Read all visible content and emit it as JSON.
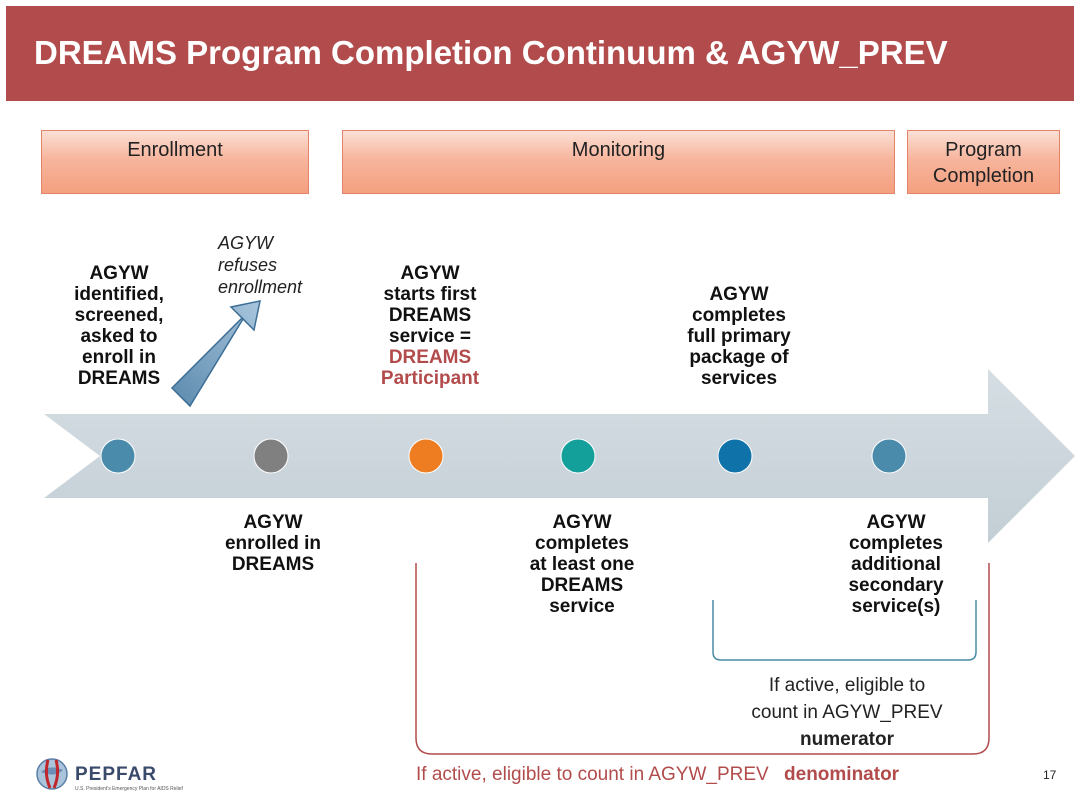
{
  "title": "DREAMS Program Completion Continuum & AGYW_PREV",
  "phases": {
    "enrollment": "Enrollment",
    "monitoring": "Monitoring",
    "completion_line1": "Program",
    "completion_line2": "Completion"
  },
  "refuses": [
    "AGYW",
    "refuses",
    "enrollment"
  ],
  "above": {
    "identified": [
      "AGYW",
      "identified,",
      "screened,",
      "asked to",
      "enroll in",
      "DREAMS"
    ],
    "starts": [
      "AGYW",
      "starts first",
      "DREAMS",
      "service ="
    ],
    "starts_red": [
      "DREAMS",
      "Participant"
    ],
    "full": [
      "AGYW",
      "completes",
      "full primary",
      "package of",
      "services"
    ]
  },
  "below": {
    "enrolled": [
      "AGYW",
      "enrolled in",
      "DREAMS"
    ],
    "atleast": [
      "AGYW",
      "completes",
      "at least one",
      "DREAMS",
      "service"
    ],
    "secondary": [
      "AGYW",
      "completes",
      "additional",
      "secondary",
      "service(s)"
    ]
  },
  "numerator_caption": [
    "If active, eligible to",
    "count in AGYW_PREV"
  ],
  "numerator_bold": "numerator",
  "denominator_caption": "If active, eligible to count in AGYW_PREV",
  "denominator_bold": "denominator",
  "logo": "PEPFAR",
  "logo_sub": "U.S. President's Emergency Plan for AIDS Relief",
  "page_number": "17",
  "colors": {
    "title_bg": "#b24c4c",
    "dots": [
      "#4a8aab",
      "#808080",
      "#ee7d22",
      "#139f9a",
      "#0f72a8",
      "#4a8aab"
    ],
    "bracket_red": "#b24c4c",
    "bracket_teal": "#4a8ba5"
  }
}
